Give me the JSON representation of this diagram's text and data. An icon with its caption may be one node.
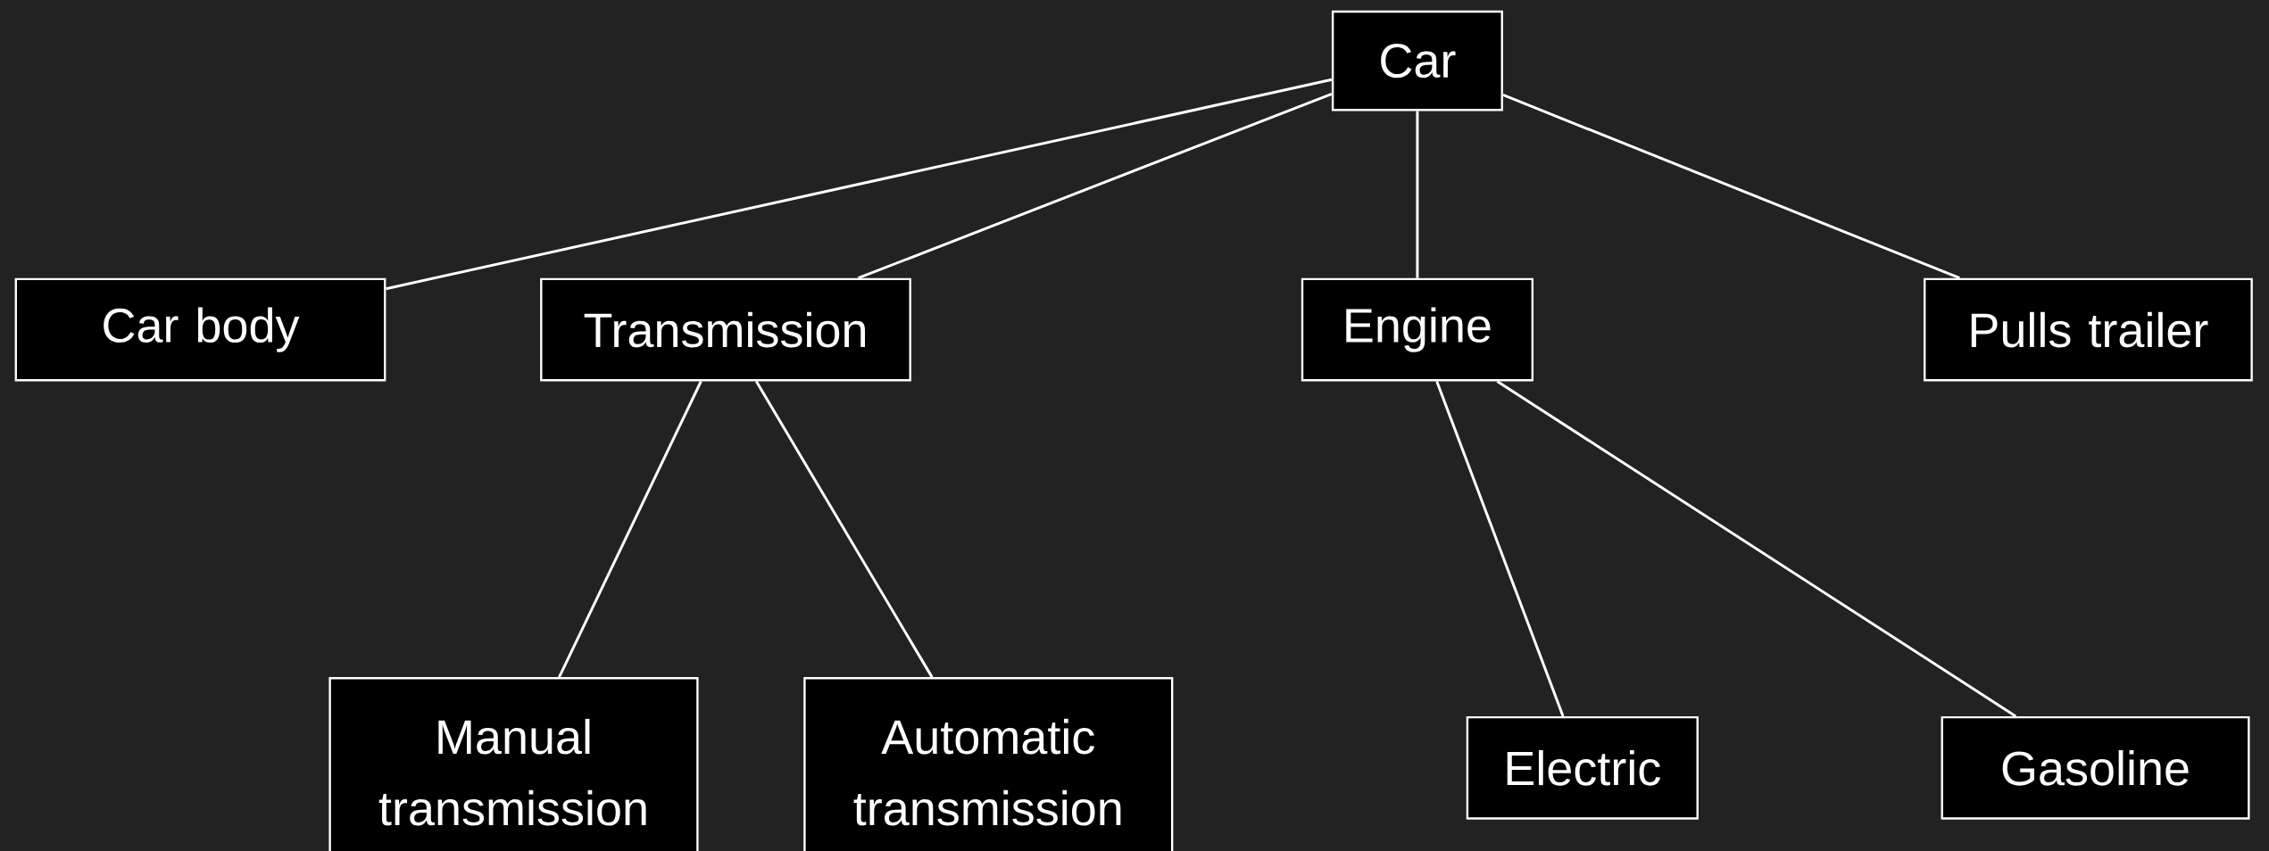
{
  "diagram": {
    "nodes": [
      {
        "text": [
          "Car"
        ]
      },
      {
        "text": [
          "Car body"
        ]
      },
      {
        "text": [
          "Transmission"
        ]
      },
      {
        "text": [
          "Engine"
        ]
      },
      {
        "text": [
          "Pulls trailer"
        ]
      },
      {
        "text": [
          "Manual transmission"
        ]
      },
      {
        "text": [
          "Automatic transmission"
        ]
      },
      {
        "text": [
          "Electric"
        ]
      },
      {
        "text": [
          "Gasoline"
        ]
      }
    ],
    "edges": [
      {
        "from": 0,
        "to": 1,
        "arrow": "none"
      },
      {
        "from": 0,
        "to": 2,
        "arrow": "none"
      },
      {
        "from": 0,
        "to": 3,
        "arrow": "none"
      },
      {
        "from": 0,
        "to": 4,
        "arrow": "none"
      },
      {
        "from": 2,
        "to": 5,
        "arrow": "none"
      },
      {
        "from": 2,
        "to": 6,
        "arrow": "none"
      },
      {
        "from": 3,
        "to": 7,
        "arrow": "none"
      },
      {
        "from": 3,
        "to": 8,
        "arrow": "none"
      }
    ]
  }
}
